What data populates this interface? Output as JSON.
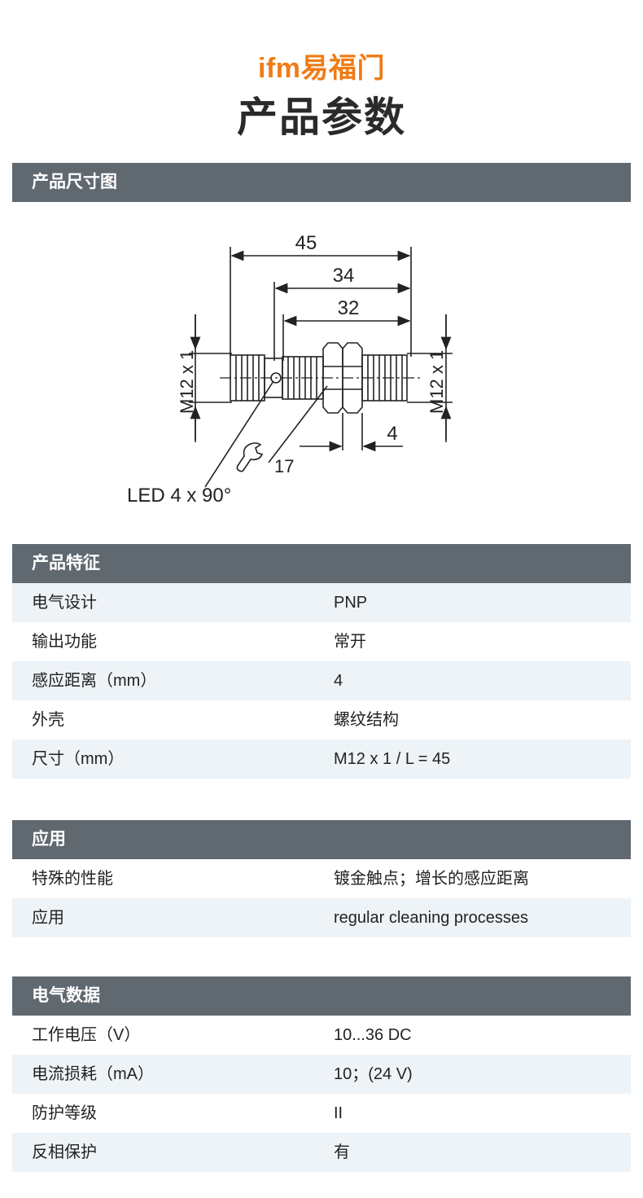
{
  "header": {
    "brand": "ifm易福门",
    "title": "产品参数"
  },
  "sections": {
    "dimensions": {
      "title": "产品尺寸图"
    },
    "features": {
      "title": "产品特征",
      "rows": [
        {
          "label": "电气设计",
          "value": "PNP"
        },
        {
          "label": "输出功能",
          "value": "常开"
        },
        {
          "label": "感应距离（mm）",
          "value": "4"
        },
        {
          "label": "外壳",
          "value": "螺纹结构"
        },
        {
          "label": "尺寸（mm）",
          "value": "M12 x 1 / L = 45"
        }
      ]
    },
    "application": {
      "title": "应用",
      "rows": [
        {
          "label": "特殊的性能",
          "value": "镀金触点；增长的感应距离"
        },
        {
          "label": "应用",
          "value": "regular cleaning processes"
        }
      ]
    },
    "electrical": {
      "title": "电气数据",
      "rows": [
        {
          "label": "工作电压（V）",
          "value": "10...36 DC"
        },
        {
          "label": "电流损耗（mA）",
          "value": "10；(24 V)"
        },
        {
          "label": "防护等级",
          "value": "II"
        },
        {
          "label": "反相保护",
          "value": "有"
        }
      ]
    }
  },
  "drawing": {
    "dim_total": "45",
    "dim_thread": "34",
    "dim_body": "32",
    "dim_thread_left": "M12 x 1",
    "dim_thread_right": "M12 x 1",
    "dim_end": "4",
    "wrench_size": "17",
    "led_label": "LED 4 x 90°"
  },
  "colors": {
    "brand": "#f07c14",
    "header_bg": "#606870",
    "row_alt": "#eef3f7"
  }
}
